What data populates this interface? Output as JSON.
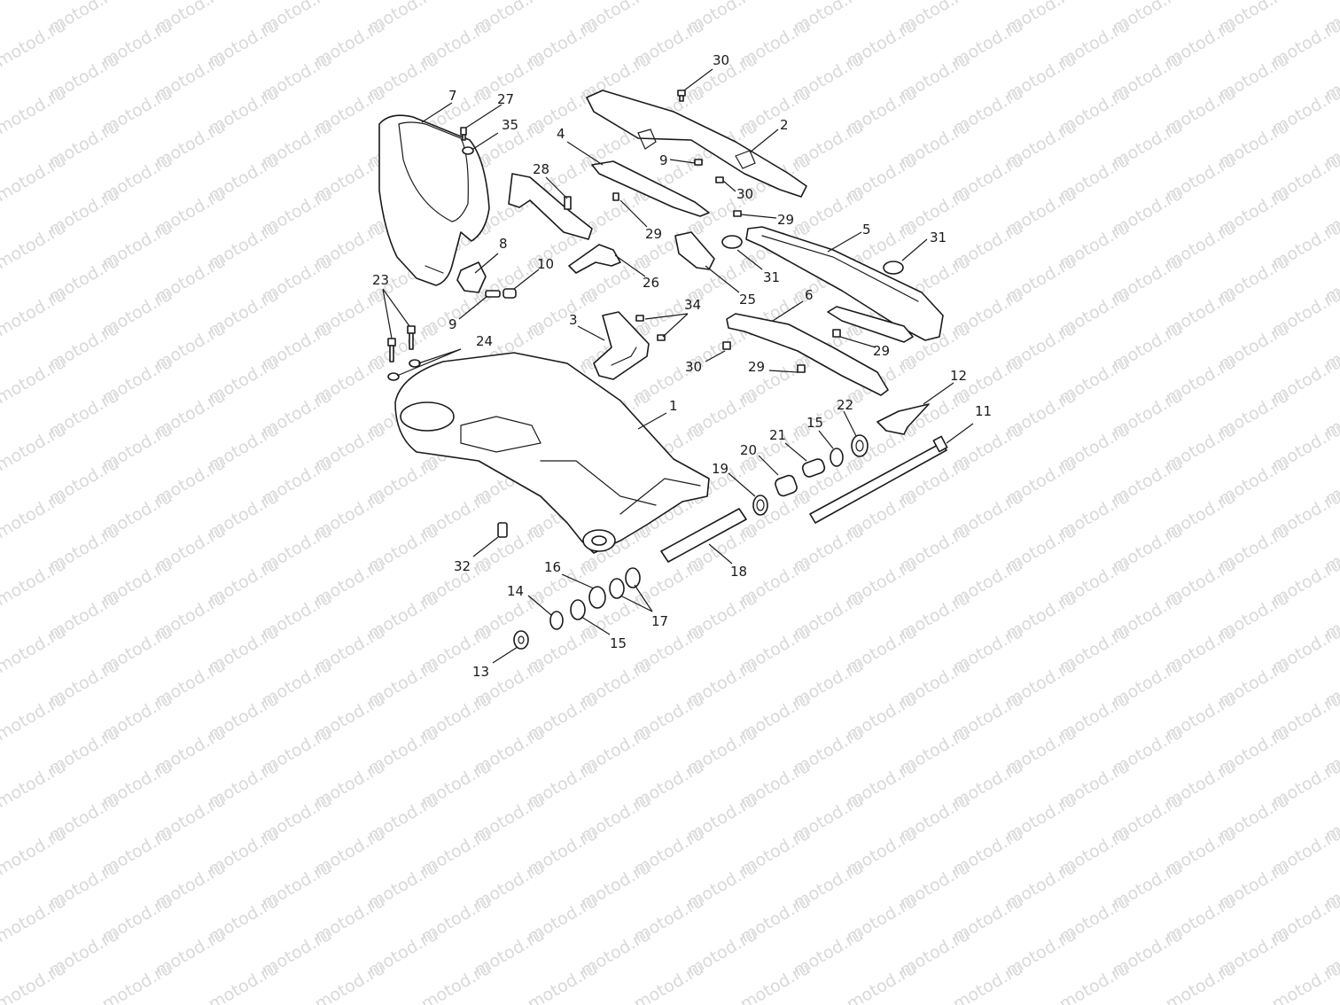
{
  "watermark": {
    "text": "motod.ru",
    "color": "#d9d9d9"
  },
  "callouts": {
    "c1": "1",
    "c2": "2",
    "c3": "3",
    "c4": "4",
    "c5": "5",
    "c6": "6",
    "c7": "7",
    "c8": "8",
    "c9a": "9",
    "c9b": "9",
    "c10": "10",
    "c11": "11",
    "c12": "12",
    "c13": "13",
    "c14": "14",
    "c15a": "15",
    "c15b": "15",
    "c16": "16",
    "c17": "17",
    "c18": "18",
    "c19": "19",
    "c20": "20",
    "c21": "21",
    "c22": "22",
    "c23": "23",
    "c24": "24",
    "c25": "25",
    "c26": "26",
    "c27": "27",
    "c28": "28",
    "c29a": "29",
    "c29b": "29",
    "c29c": "29",
    "c29d": "29",
    "c30a": "30",
    "c30b": "30",
    "c30c": "30",
    "c31a": "31",
    "c31b": "31",
    "c32": "32",
    "c34": "34",
    "c35": "35"
  }
}
